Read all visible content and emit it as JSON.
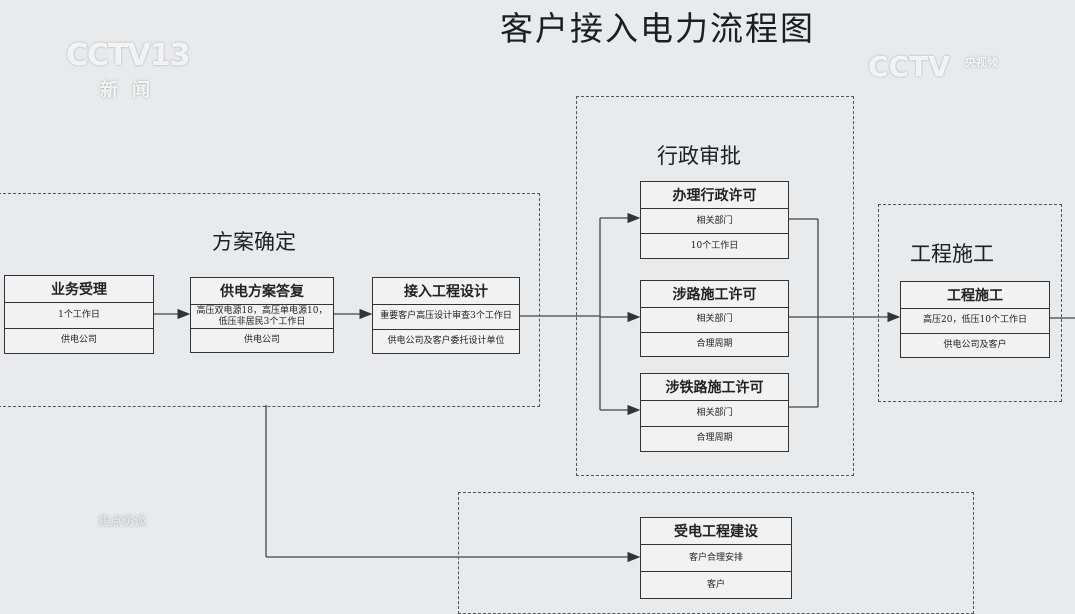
{
  "title": "客户接入电力流程图",
  "logos": {
    "channel": "CCTV13",
    "channel_sub": "新闻",
    "right": "CCTV",
    "right_sub": "央视频",
    "watermark": "焦点访谈"
  },
  "groups": {
    "plan": "方案确定",
    "approval": "行政审批",
    "construction": "工程施工"
  },
  "boxes": {
    "accept": {
      "title": "业务受理",
      "rows": [
        "1个工作日",
        "供电公司"
      ]
    },
    "reply": {
      "title": "供电方案答复",
      "rows": [
        "高压双电源18，高压单电源10，低压非居民3个工作日",
        "供电公司"
      ]
    },
    "design": {
      "title": "接入工程设计",
      "rows": [
        "重要客户高压设计审查3个工作日",
        "供电公司及客户委托设计单位"
      ]
    },
    "admin": {
      "title": "办理行政许可",
      "rows": [
        "相关部门",
        "10个工作日"
      ]
    },
    "road": {
      "title": "涉路施工许可",
      "rows": [
        "相关部门",
        "合理周期"
      ]
    },
    "rail": {
      "title": "涉铁路施工许可",
      "rows": [
        "相关部门",
        "合理周期"
      ]
    },
    "build": {
      "title": "工程施工",
      "rows": [
        "高压20，低压10个工作日",
        "供电公司及客户"
      ]
    },
    "receive": {
      "title": "受电工程建设",
      "rows": [
        "客户合理安排",
        "客户"
      ]
    }
  }
}
